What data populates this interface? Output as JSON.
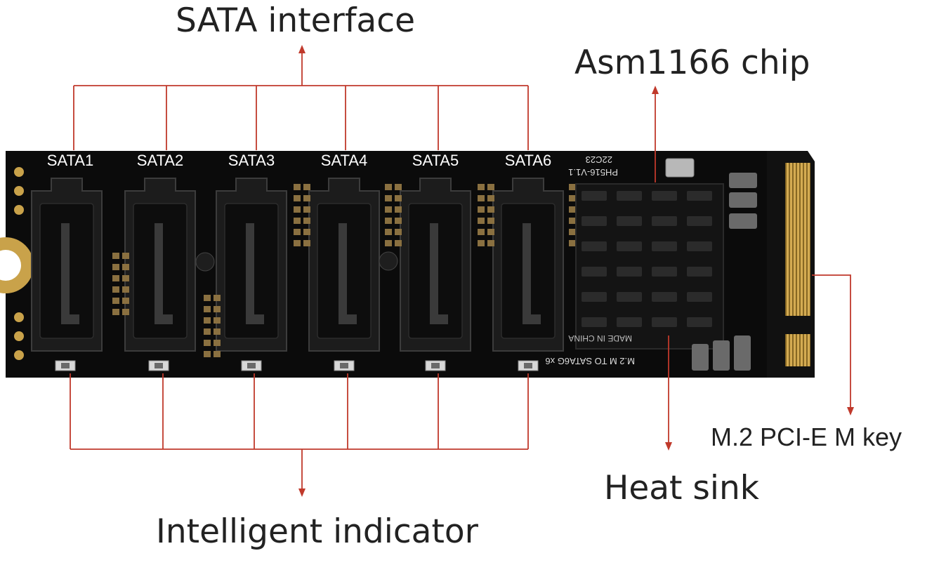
{
  "callouts": {
    "sata_interface": "SATA interface",
    "asm_chip": "Asm1166 chip",
    "m2_key": "M.2 PCI-E M key",
    "heat_sink": "Heat sink",
    "indicator": "Intelligent indicator"
  },
  "board": {
    "port_labels": [
      "SATA1",
      "SATA2",
      "SATA3",
      "SATA4",
      "SATA5",
      "SATA6"
    ],
    "model": "PH516-V1.1",
    "date_code": "22C23",
    "caption": "M.2 M TO SATA6G x6",
    "origin": "MADE IN CHINA"
  },
  "colors": {
    "pcb": "#0b0b0b",
    "callout_line": "#c0392b",
    "gold": "#c9a24a"
  }
}
